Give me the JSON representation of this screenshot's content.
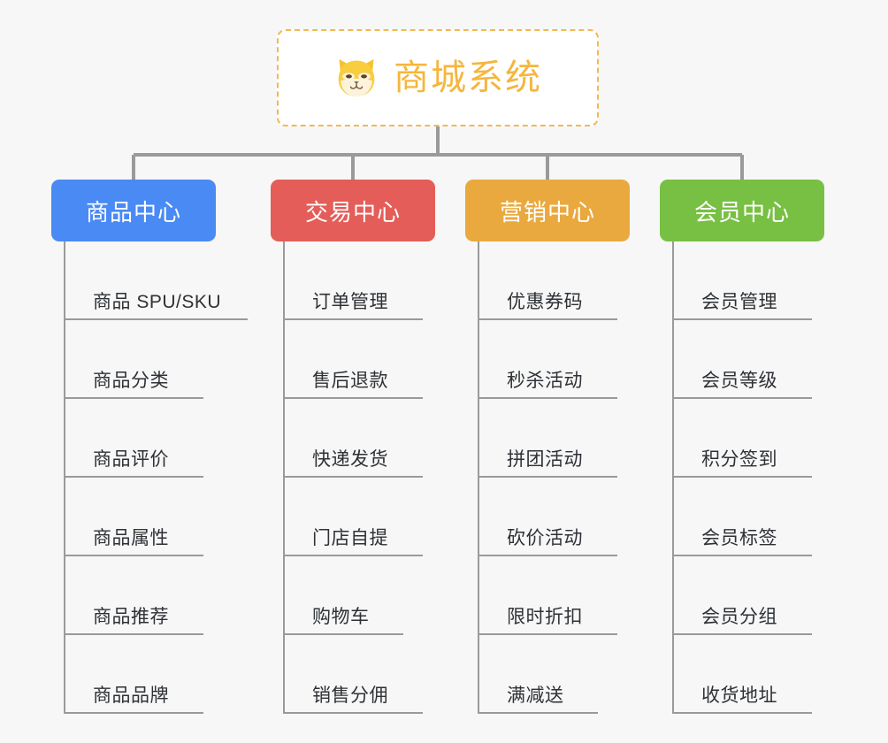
{
  "root": {
    "title": "商城系统",
    "logo_icon": "shiba-dog-face-icon",
    "title_color": "#f5b63c",
    "border_color": "#f0b952",
    "background": "#ffffff"
  },
  "page": {
    "background": "#f7f7f7",
    "connector_color": "#9a9a9a"
  },
  "branches": [
    {
      "label": "商品中心",
      "color": "#4a8af4",
      "text_color": "#ffffff",
      "items": [
        {
          "label": "商品 SPU/SKU",
          "underline_width": 208
        },
        {
          "label": "商品分类",
          "underline_width": 158
        },
        {
          "label": "商品评价",
          "underline_width": 158
        },
        {
          "label": "商品属性",
          "underline_width": 158
        },
        {
          "label": "商品推荐",
          "underline_width": 158
        },
        {
          "label": "商品品牌",
          "underline_width": 158
        }
      ]
    },
    {
      "label": "交易中心",
      "color": "#e45d58",
      "text_color": "#ffffff",
      "items": [
        {
          "label": "订单管理",
          "underline_width": 158
        },
        {
          "label": "售后退款",
          "underline_width": 158
        },
        {
          "label": "快递发货",
          "underline_width": 158
        },
        {
          "label": "门店自提",
          "underline_width": 158
        },
        {
          "label": "购物车",
          "underline_width": 136
        },
        {
          "label": "销售分佣",
          "underline_width": 158
        }
      ]
    },
    {
      "label": "营销中心",
      "color": "#eaa93e",
      "text_color": "#ffffff",
      "items": [
        {
          "label": "优惠券码",
          "underline_width": 158
        },
        {
          "label": "秒杀活动",
          "underline_width": 158
        },
        {
          "label": "拼团活动",
          "underline_width": 158
        },
        {
          "label": "砍价活动",
          "underline_width": 158
        },
        {
          "label": "限时折扣",
          "underline_width": 158
        },
        {
          "label": "满减送",
          "underline_width": 136
        }
      ]
    },
    {
      "label": "会员中心",
      "color": "#78c043",
      "text_color": "#ffffff",
      "items": [
        {
          "label": "会员管理",
          "underline_width": 158
        },
        {
          "label": "会员等级",
          "underline_width": 158
        },
        {
          "label": "积分签到",
          "underline_width": 158
        },
        {
          "label": "会员标签",
          "underline_width": 158
        },
        {
          "label": "会员分组",
          "underline_width": 158
        },
        {
          "label": "收货地址",
          "underline_width": 158
        }
      ]
    }
  ]
}
